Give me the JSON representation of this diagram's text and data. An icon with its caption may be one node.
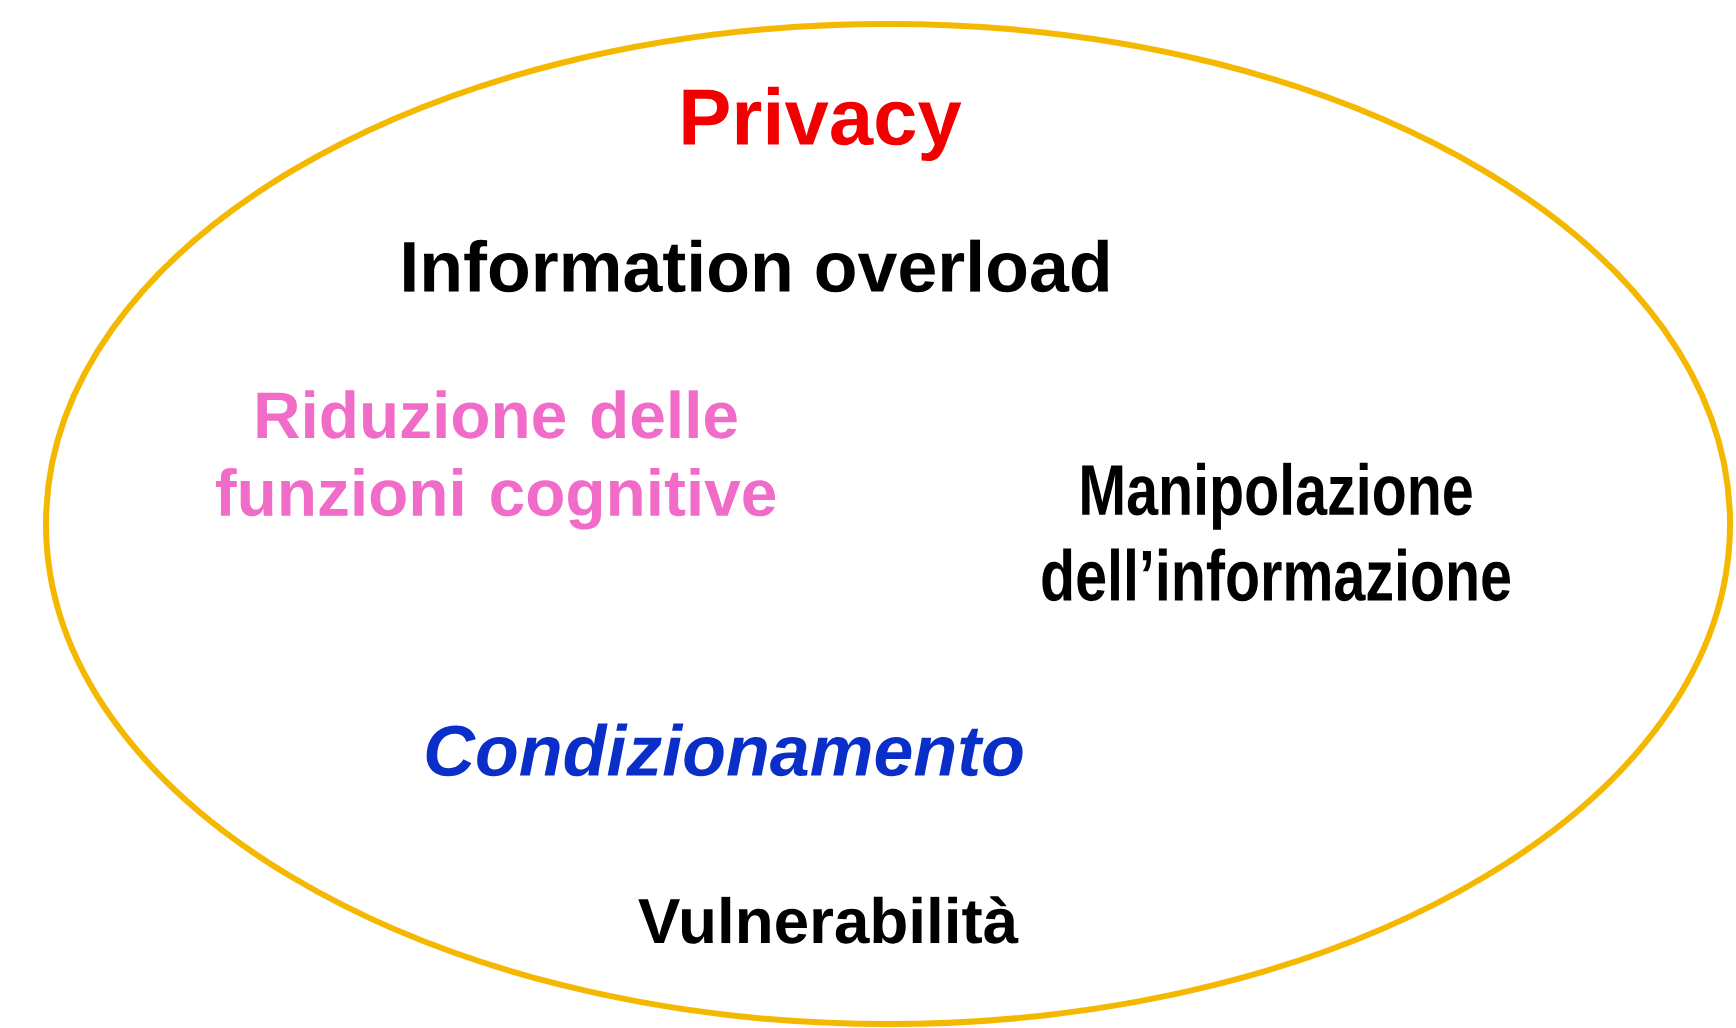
{
  "diagram": {
    "nodes": [
      {
        "text": [
          "Privacy",
          "Information overload",
          "Riduzione delle funzioni cognitive",
          "Manipolazione dell’informazione",
          "Condizionamento",
          "Vulnerabilità"
        ]
      }
    ]
  }
}
